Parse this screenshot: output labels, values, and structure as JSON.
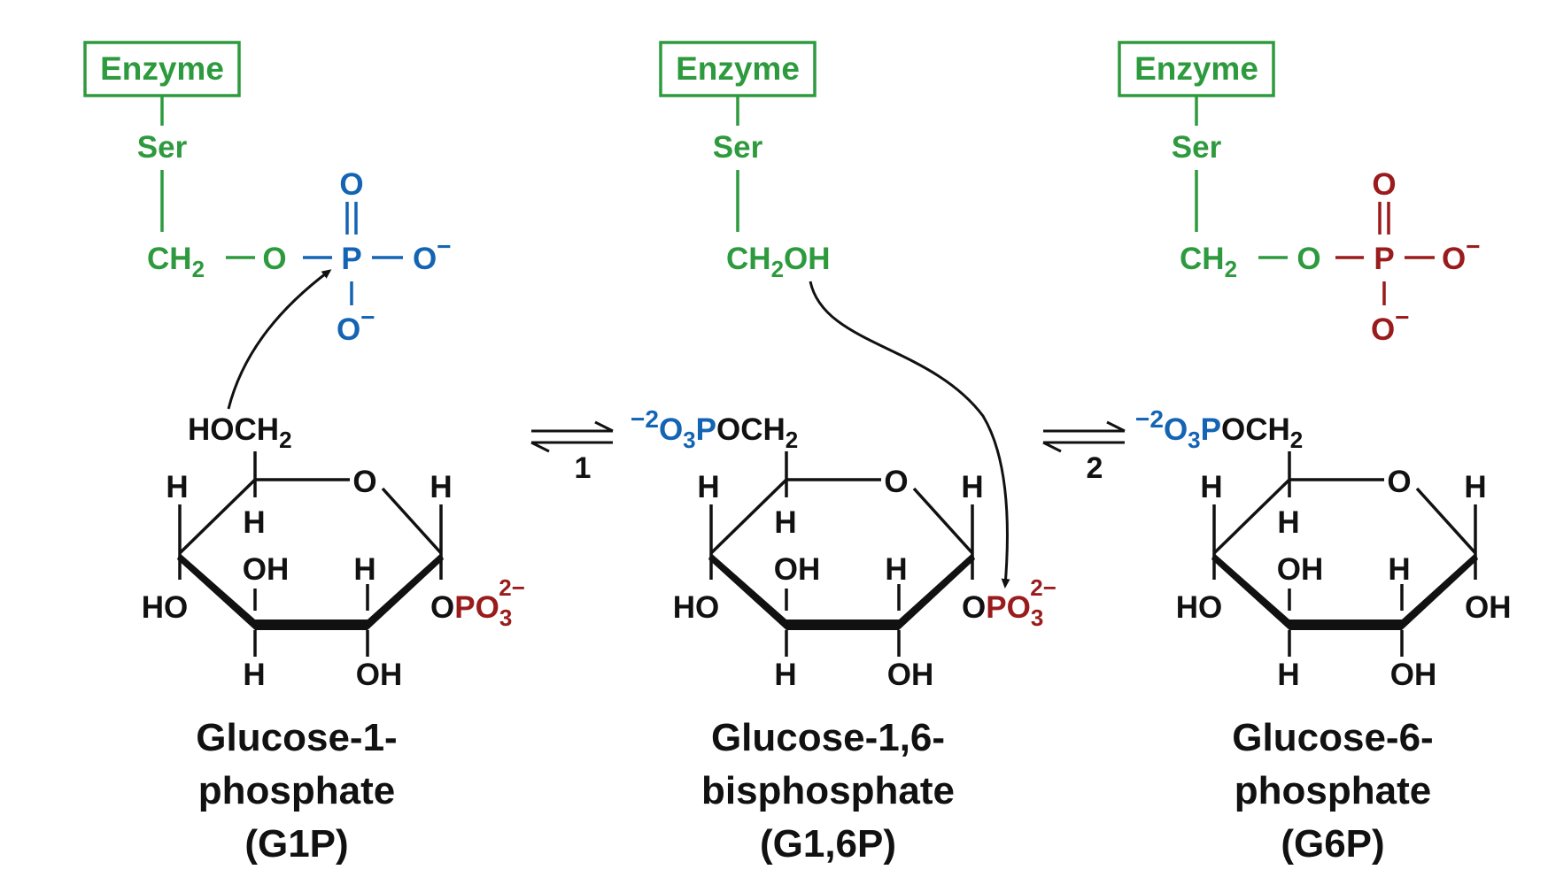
{
  "colors": {
    "enzyme": "#2e9a3e",
    "phosphate_blue": "#1464b4",
    "phosphate_red": "#9a1b1b",
    "text": "#111111"
  },
  "enzyme_label": "Enzyme",
  "ser_label": "Ser",
  "atoms": {
    "CH2": "CH",
    "sub2": "2",
    "O": "O",
    "P": "P",
    "Ominus": "O",
    "minus": "−",
    "CH2OH_a": "CH",
    "CH2OH_b": "OH",
    "H": "H",
    "HO": "HO",
    "OH": "OH",
    "HOCH2": "HOCH",
    "PO3": "PO",
    "sub3": "3",
    "charge2m": "2−",
    "neg2": "−2",
    "O3P": "O",
    "POCH2": "POCH"
  },
  "steps": [
    "1",
    "2"
  ],
  "molecules": [
    {
      "name_line1": "Glucose-1-",
      "name_line2": "phosphate",
      "abbr": "(G1P)"
    },
    {
      "name_line1": "Glucose-1,6-",
      "name_line2": "bisphosphate",
      "abbr": "(G1,6P)"
    },
    {
      "name_line1": "Glucose-6-",
      "name_line2": "phosphate",
      "abbr": "(G6P)"
    }
  ]
}
